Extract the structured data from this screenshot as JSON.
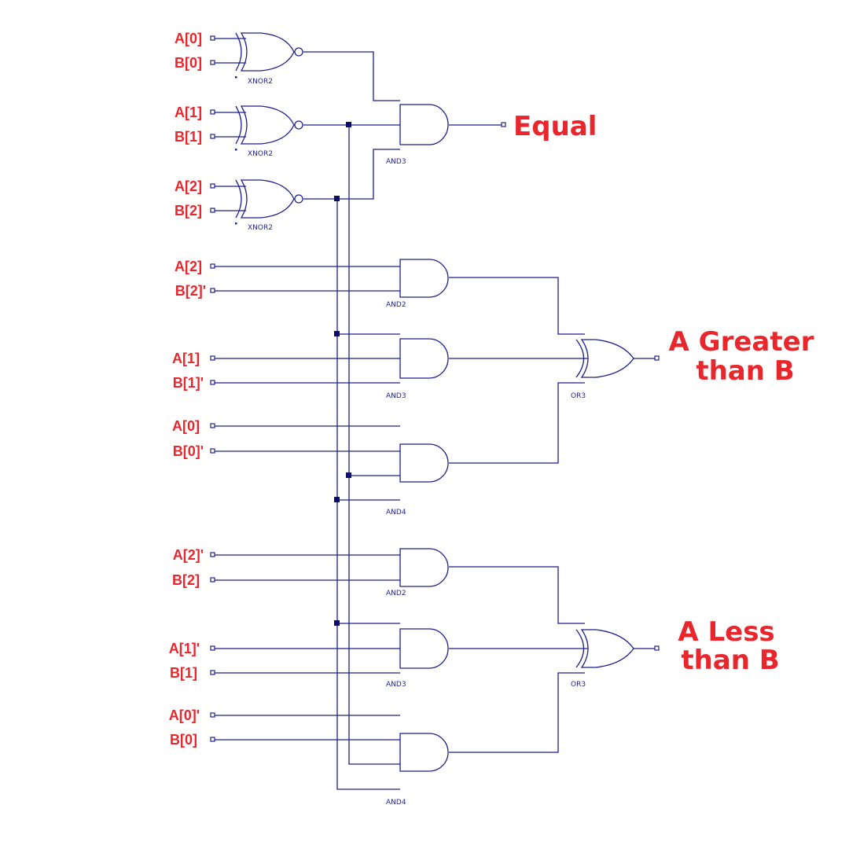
{
  "inputs": {
    "xnor0_a": "A[0]",
    "xnor0_b": "B[0]",
    "xnor1_a": "A[1]",
    "xnor1_b": "B[1]",
    "xnor2_a": "A[2]",
    "xnor2_b": "B[2]",
    "gt_and2_a": "A[2]",
    "gt_and2_b": "B[2]'",
    "gt_and3_a": "A[1]",
    "gt_and3_b": "B[1]'",
    "gt_and4_a": "A[0]",
    "gt_and4_b": "B[0]'",
    "lt_and2_a": "A[2]'",
    "lt_and2_b": "B[2]",
    "lt_and3_a": "A[1]'",
    "lt_and3_b": "B[1]",
    "lt_and4_a": "A[0]'",
    "lt_and4_b": "B[0]"
  },
  "gates": {
    "xnor0": "XNOR2",
    "xnor1": "XNOR2",
    "xnor2": "XNOR2",
    "eq_and": "AND3",
    "gt_and2": "AND2",
    "gt_and3": "AND3",
    "gt_and4": "AND4",
    "gt_or": "OR3",
    "lt_and2": "AND2",
    "lt_and3": "AND3",
    "lt_and4": "AND4",
    "lt_or": "OR3"
  },
  "outputs": {
    "equal": "Equal",
    "greater_line1": "A Greater",
    "greater_line2": "than B",
    "less_line1": "A Less",
    "less_line2": "than B"
  },
  "colors": {
    "wire": "#1f1f8f",
    "label": "#e8262b",
    "background": "#ffffff"
  }
}
